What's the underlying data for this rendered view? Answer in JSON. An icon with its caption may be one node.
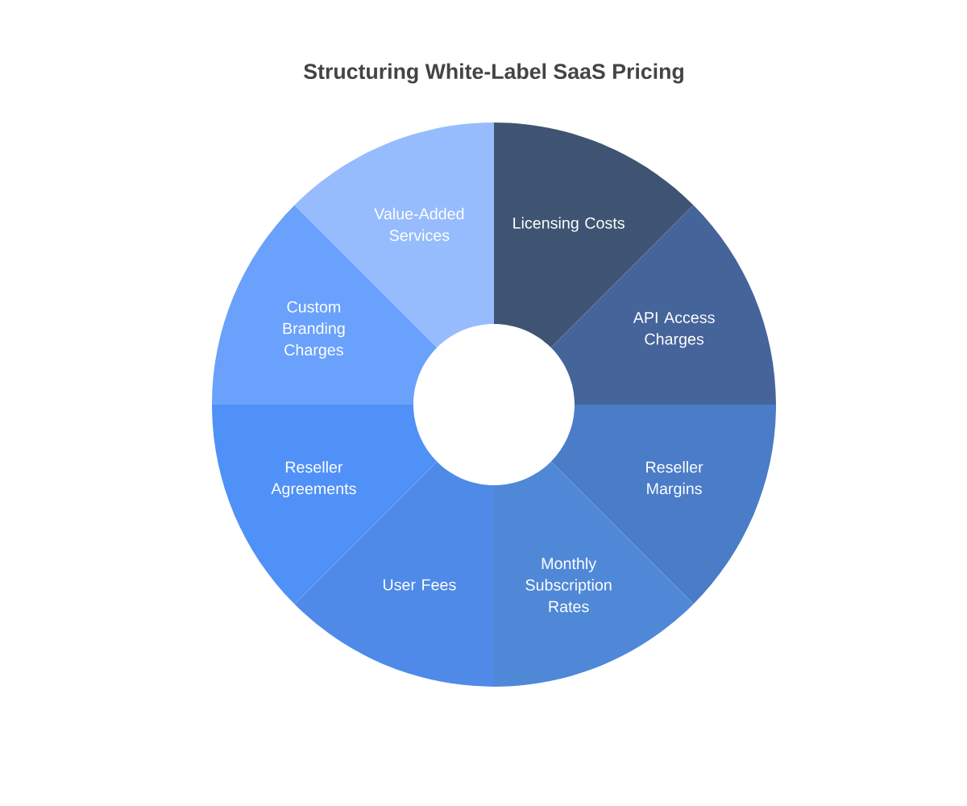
{
  "diagram": {
    "title": "Structuring White-Label SaaS Pricing",
    "nodes": [
      {
        "text": [
          "Licensing Costs"
        ]
      },
      {
        "text": [
          "API Access Charges"
        ]
      },
      {
        "text": [
          "Reseller Margins"
        ]
      },
      {
        "text": [
          "Monthly Subscription Rates"
        ]
      },
      {
        "text": [
          "User Fees"
        ]
      },
      {
        "text": [
          "Reseller Agreements"
        ]
      },
      {
        "text": [
          "Custom Branding Charges"
        ]
      },
      {
        "text": [
          "Value-Added Services"
        ]
      }
    ]
  }
}
